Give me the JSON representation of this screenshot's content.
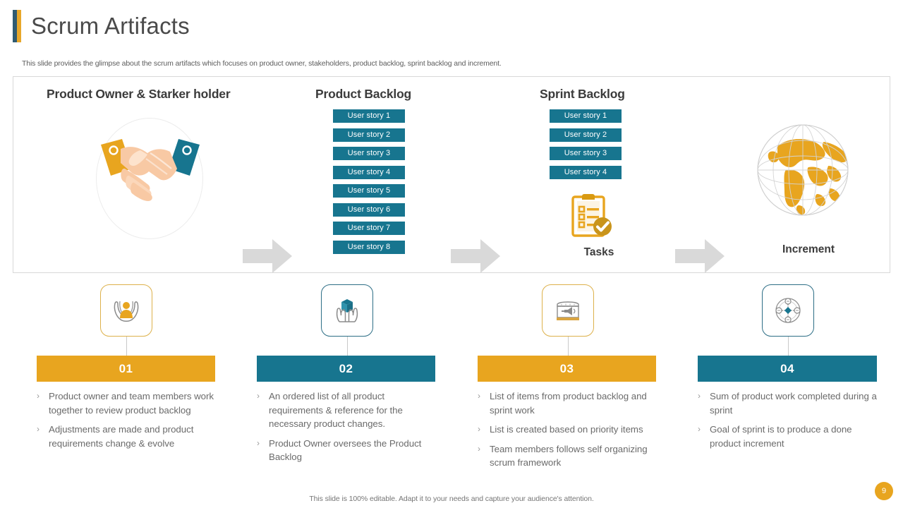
{
  "slide": {
    "title": "Scrum Artifacts",
    "subtitle": "This slide provides the glimpse about the scrum artifacts which focuses on product owner, stakeholders, product backlog, sprint backlog and increment.",
    "footer": "This slide is 100% editable. Adapt it to your needs and capture your audience's attention.",
    "page_number": "9"
  },
  "colors": {
    "teal": "#17758f",
    "gold": "#e8a51f",
    "accent_bar_teal": "#2f5b72",
    "accent_bar_gold": "#e8a72a",
    "arrow_gray": "#d9d9d9",
    "text_gray": "#6b6b6b"
  },
  "panel": {
    "headings": {
      "product_owner": "Product Owner & Starker holder",
      "product_backlog": "Product Backlog",
      "sprint_backlog": "Sprint Backlog"
    },
    "product_backlog_stories": [
      "User story 1",
      "User story 2",
      "User story 3",
      "User story 4",
      "User story 5",
      "User story 6",
      "User story 7",
      "User story 8"
    ],
    "sprint_backlog_stories": [
      "User story 1",
      "User story 2",
      "User story 3",
      "User story 4"
    ],
    "tasks_label": "Tasks",
    "increment_label": "Increment",
    "icons": {
      "handshake": "handshake-icon",
      "tasks": "clipboard-check-icon",
      "increment": "globe-icon",
      "arrow": "right-arrow-icon"
    }
  },
  "cards": [
    {
      "number": "01",
      "color": "gold",
      "icon": "person-in-hands-icon",
      "bullets": [
        "Product owner and team members work together to review product backlog",
        "Adjustments are made and product requirements change & evolve"
      ]
    },
    {
      "number": "02",
      "color": "teal",
      "icon": "hands-holding-box-icon",
      "bullets": [
        "An ordered list of all product requirements & reference for the necessary product changes.",
        "Product Owner oversees the Product Backlog"
      ]
    },
    {
      "number": "03",
      "color": "gold",
      "icon": "storefront-megaphone-icon",
      "bullets": [
        "List of items from product backlog and sprint work",
        "List is created based on priority items",
        "Team members follows self organizing scrum framework"
      ]
    },
    {
      "number": "04",
      "color": "teal",
      "icon": "network-hub-icon",
      "bullets": [
        "Sum of product work completed during a sprint",
        "Goal of sprint is to produce a done product increment"
      ]
    }
  ]
}
